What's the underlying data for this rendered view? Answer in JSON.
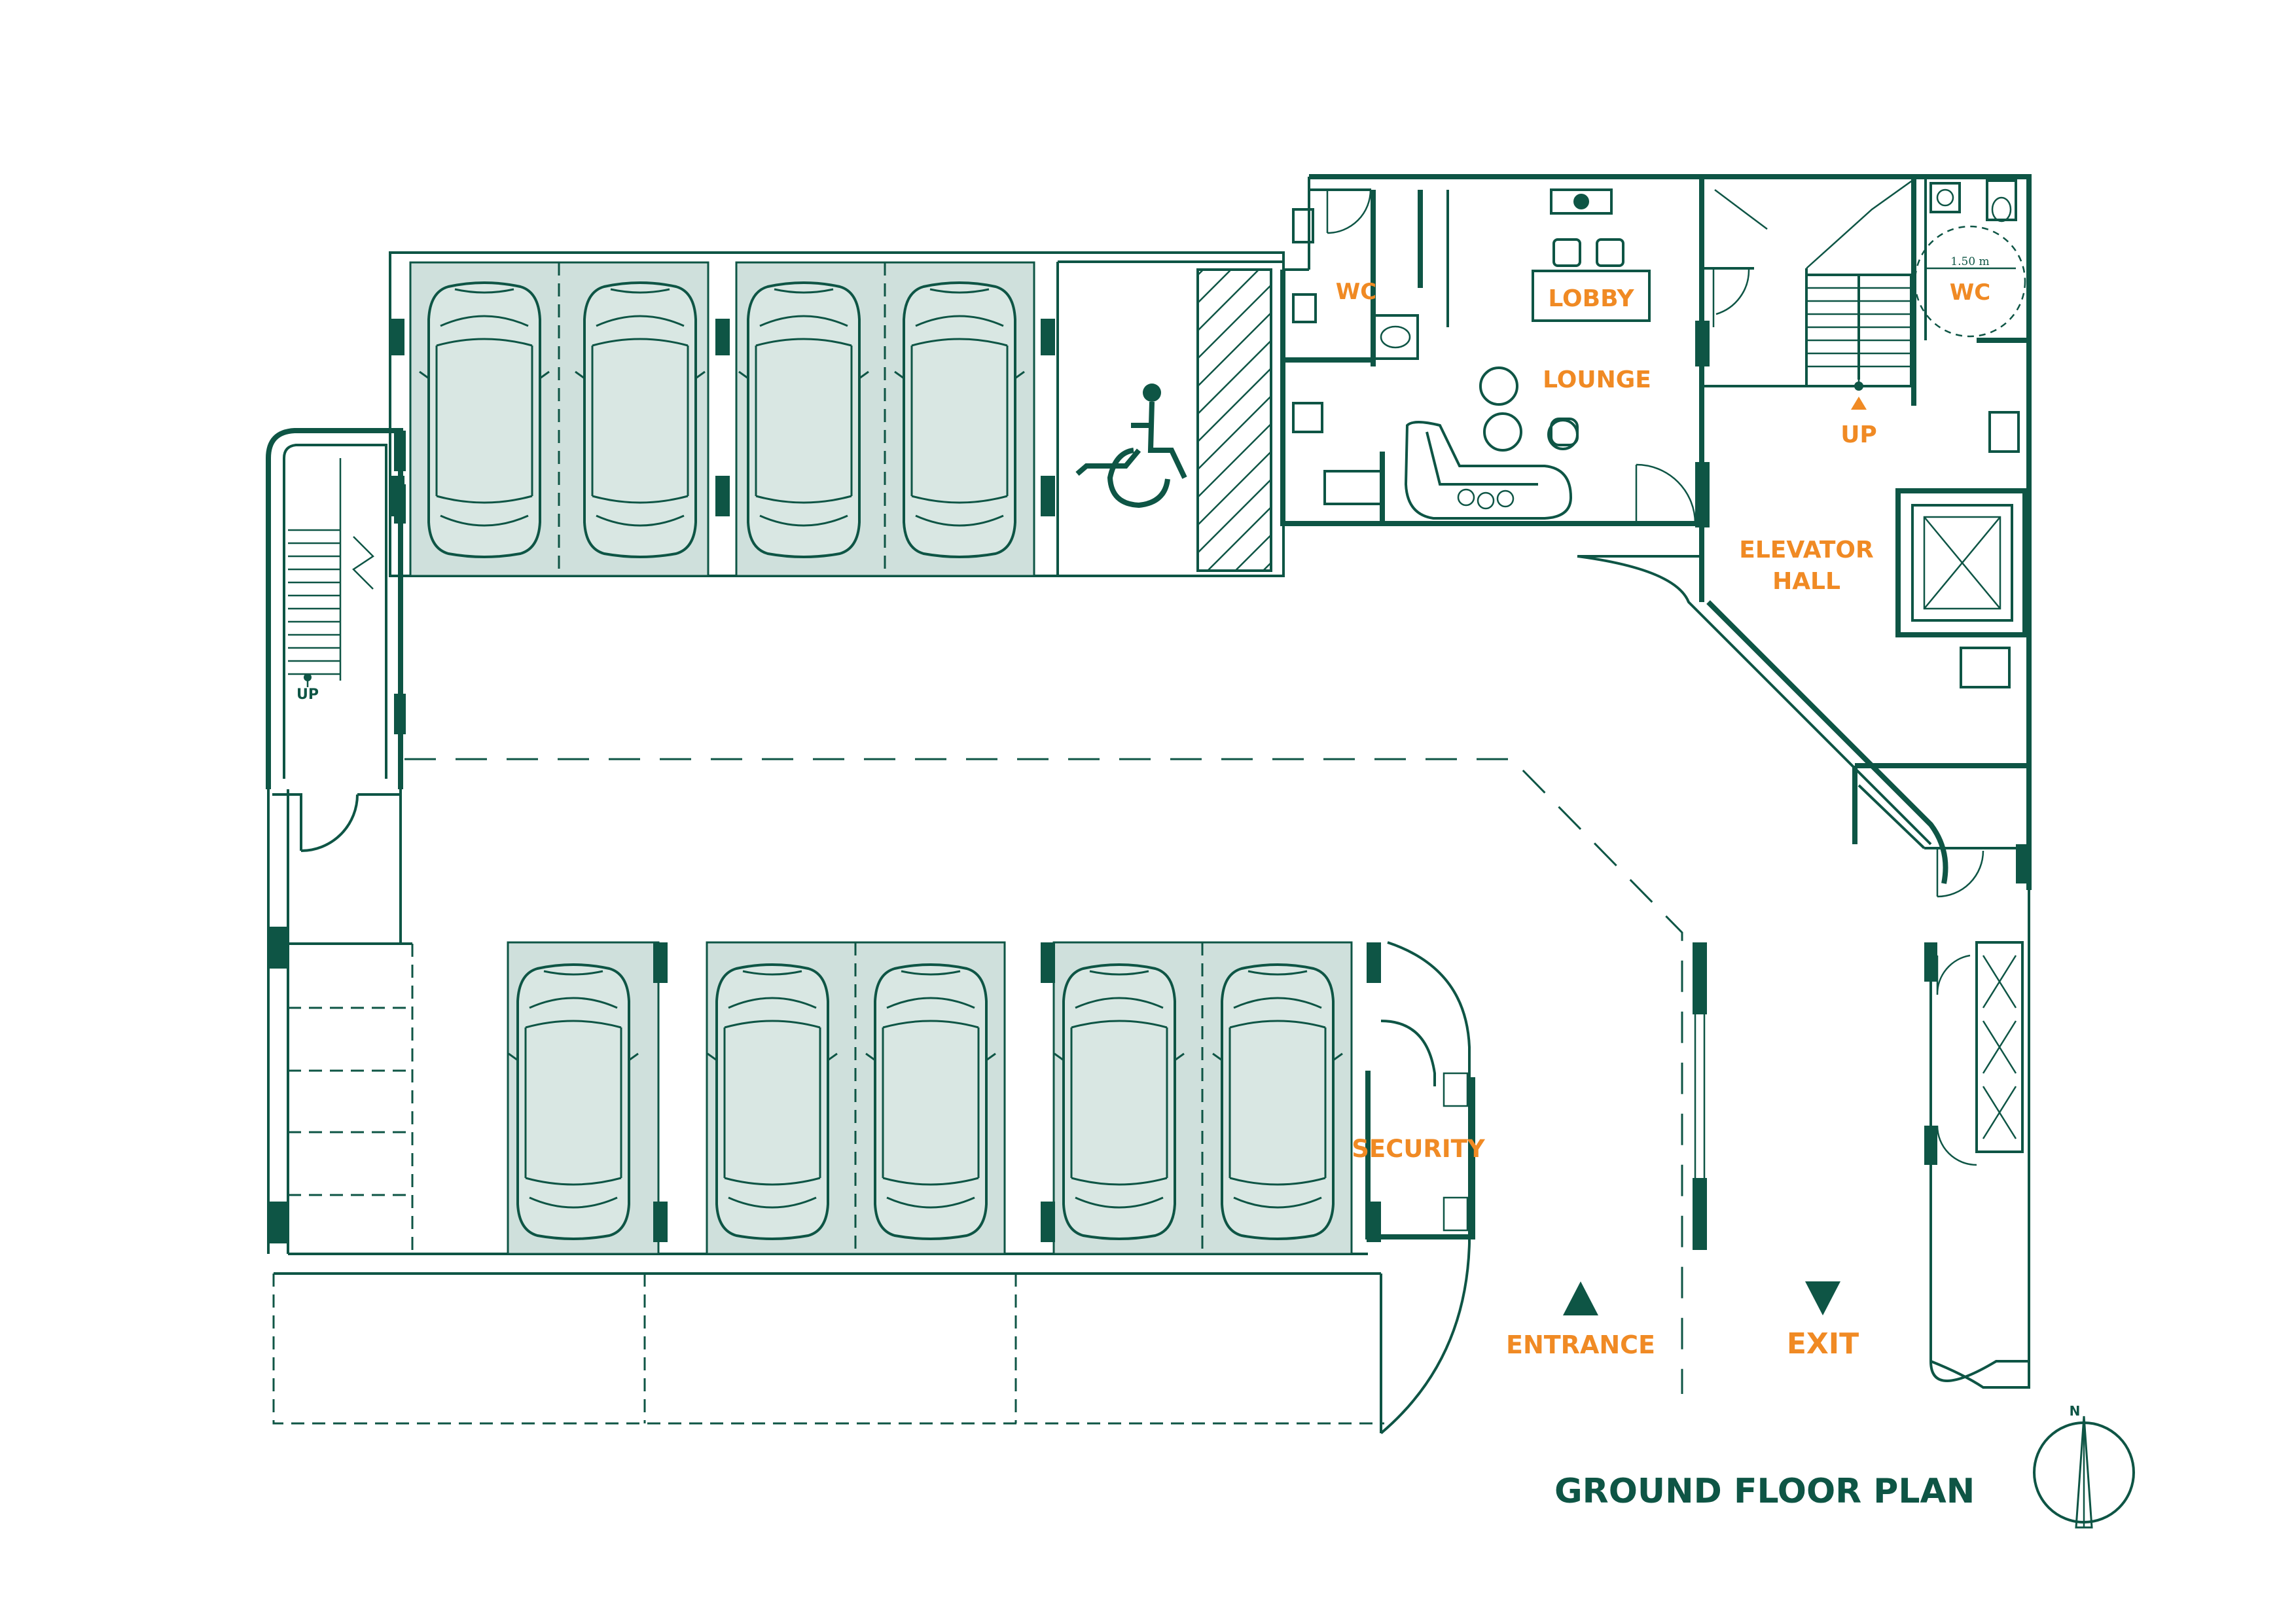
{
  "title": "GROUND FLOOR PLAN",
  "colors": {
    "wall": "#0e5545",
    "label": "#f08a24",
    "parking_bay": "#cfe0dc"
  },
  "rooms": {
    "wc_left": "WC",
    "lobby": "LOBBY",
    "lounge": "LOUNGE",
    "wc_right": "WC",
    "up_right": "UP",
    "elevator_hall": [
      "ELEVATOR",
      "HALL"
    ],
    "up_left": "UP",
    "security": "SECURITY"
  },
  "dimension": "1.50 m",
  "circulation": {
    "entrance": "ENTRANCE",
    "exit": "EXIT"
  },
  "compass": {
    "north": "N"
  },
  "icons": [
    "wheelchair-icon",
    "car-icon",
    "compass-icon",
    "arrow-up-icon",
    "arrow-down-icon"
  ]
}
